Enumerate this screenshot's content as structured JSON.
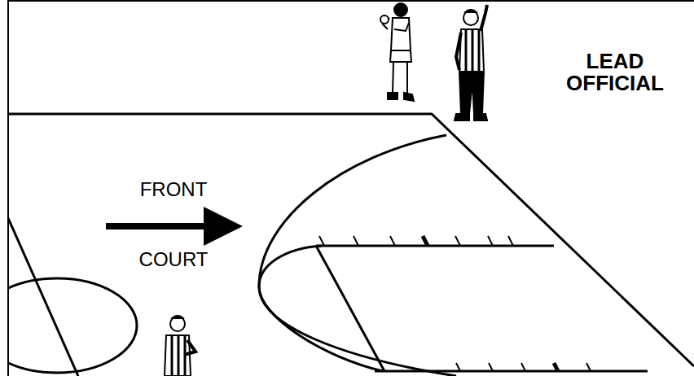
{
  "diagram": {
    "labels": [
      "FRONT",
      "COURT",
      "LEAD OFFICIAL"
    ]
  }
}
